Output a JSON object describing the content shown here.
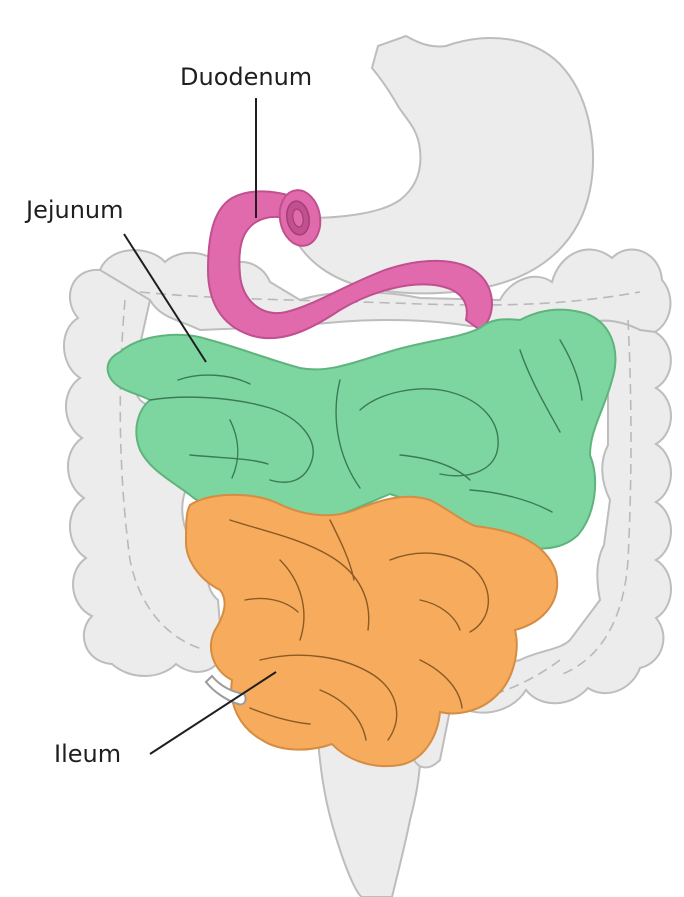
{
  "labels": {
    "duodenum": "Duodenum",
    "jejunum": "Jejunum",
    "ileum": "Ileum"
  },
  "colors": {
    "duodenum": "#e06aac",
    "jejunum": "#7dd6a0",
    "ileum": "#f6ab5d",
    "other_organs": "#ececec"
  }
}
